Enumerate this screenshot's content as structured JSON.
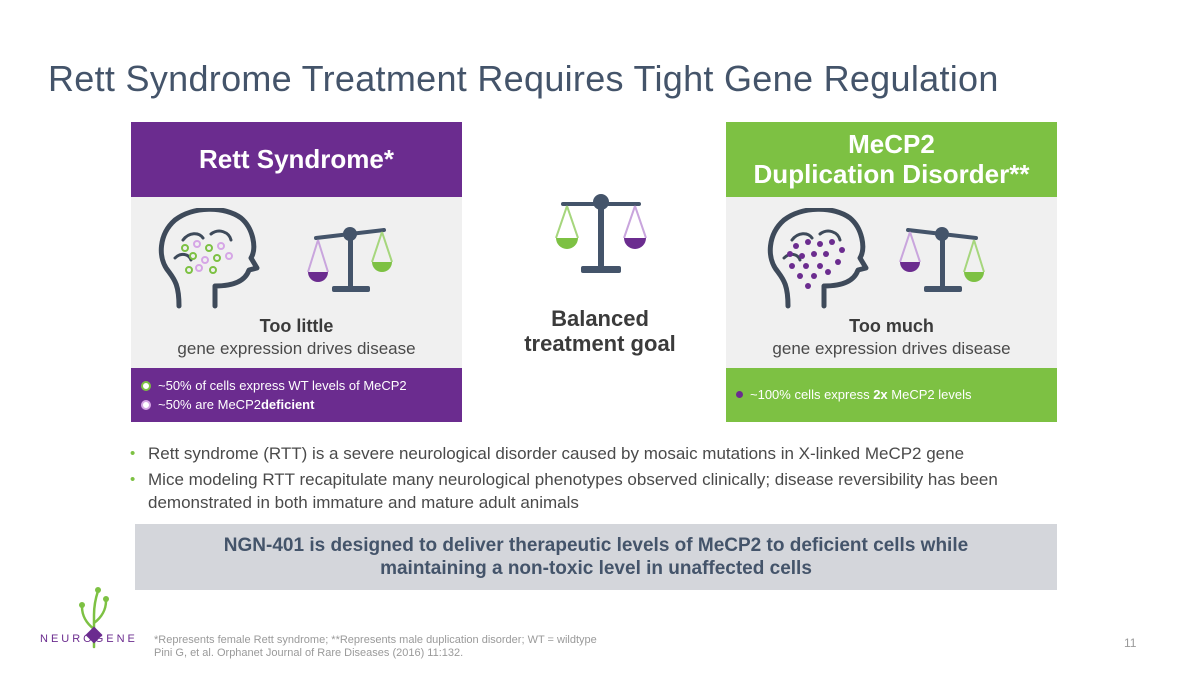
{
  "title": "Rett Syndrome Treatment Requires Tight Gene Regulation",
  "left_panel": {
    "header": "Rett Syndrome*",
    "caption_strong": "Too little",
    "caption_sub": "gene expression drives disease",
    "bullets": [
      "~50% of cells express WT levels of MeCP2",
      "~50% are MeCP2 ",
      "deficient"
    ]
  },
  "center": {
    "caption_line1": "Balanced",
    "caption_line2": "treatment goal"
  },
  "right_panel": {
    "header_line1": "MeCP2",
    "header_line2": "Duplication Disorder**",
    "caption_strong": "Too much",
    "caption_sub": "gene expression drives disease",
    "bullet_pre": "~100% cells express ",
    "bullet_bold": "2x",
    "bullet_post": " MeCP2 levels"
  },
  "bullets": [
    "Rett syndrome (RTT) is a severe neurological disorder caused by mosaic mutations in X-linked MeCP2 gene",
    "Mice modeling RTT recapitulate many neurological phenotypes observed clinically; disease reversibility has been demonstrated in both immature and mature adult animals"
  ],
  "callout": {
    "line1": "NGN-401 is designed to deliver therapeutic levels of MeCP2 to deficient cells while",
    "line2": "maintaining a non-toxic level in unaffected cells"
  },
  "footnote": {
    "line1": "*Represents female Rett syndrome; **Represents male duplication disorder; WT = wildtype",
    "line2": "Pini G, et al. Orphanet Journal of Rare Diseases (2016) 11:132."
  },
  "page_number": "11",
  "logo": {
    "text": "NEUROGENE"
  },
  "colors": {
    "purple": "#6b2c8f",
    "green": "#7dc143",
    "title": "#44546a",
    "scale_gray": "#44546a"
  }
}
